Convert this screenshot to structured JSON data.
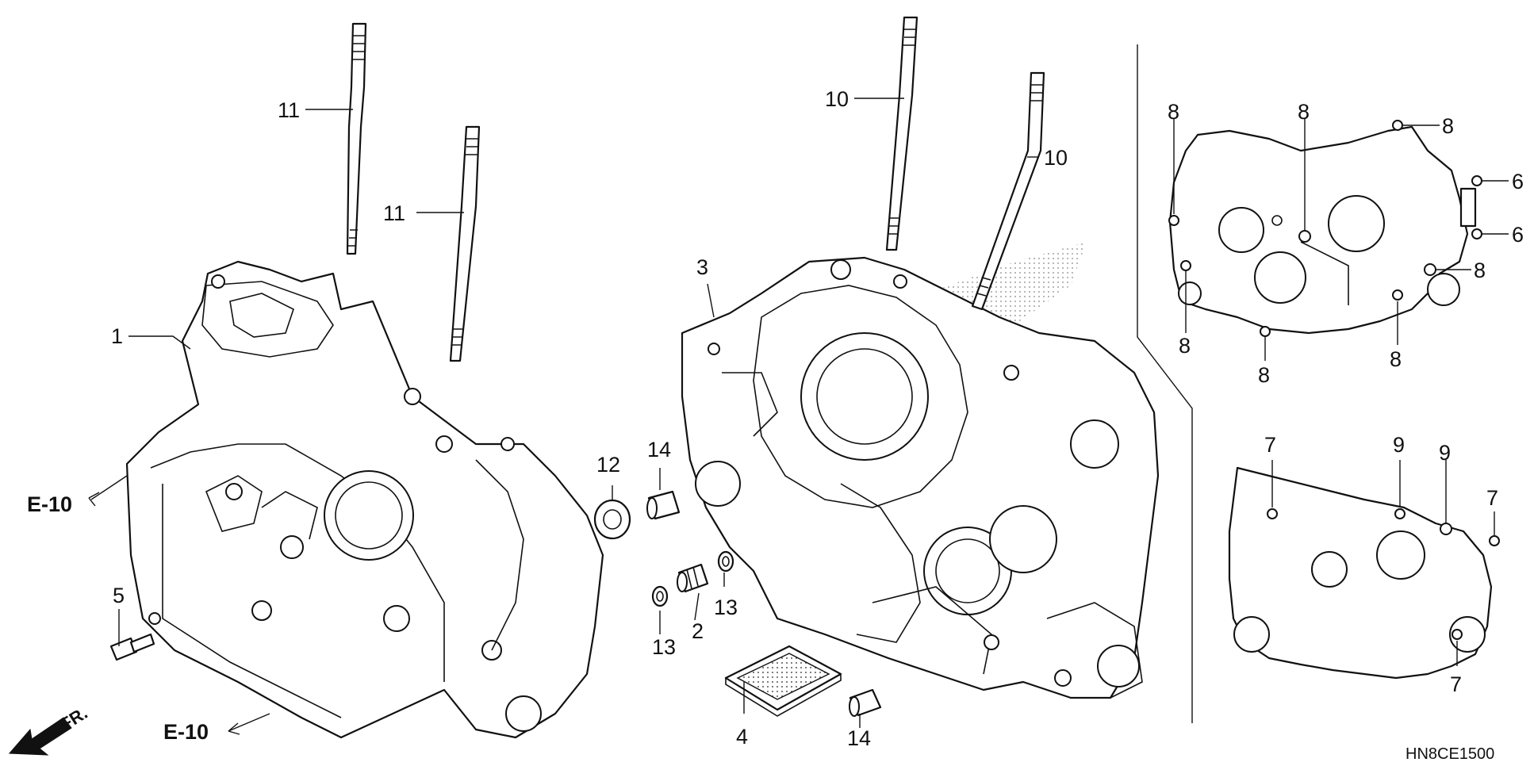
{
  "callouts": {
    "c1": "1",
    "c2": "2",
    "c3": "3",
    "c4": "4",
    "c5": "5",
    "c6a": "6",
    "c6b": "6",
    "c7a": "7",
    "c7b": "7",
    "c7c": "7",
    "c8a": "8",
    "c8b": "8",
    "c8c": "8",
    "c8d": "8",
    "c8e": "8",
    "c8f": "8",
    "c8g": "8",
    "c9a": "9",
    "c9b": "9",
    "c10a": "10",
    "c10b": "10",
    "c11a": "11",
    "c11b": "11",
    "c12": "12",
    "c13a": "13",
    "c13b": "13",
    "c14a": "14",
    "c14b": "14"
  },
  "references": {
    "e10_upper": "E-10",
    "e10_lower": "E-10"
  },
  "front_indicator": "FR.",
  "diagram_code": "HN8CE1500"
}
